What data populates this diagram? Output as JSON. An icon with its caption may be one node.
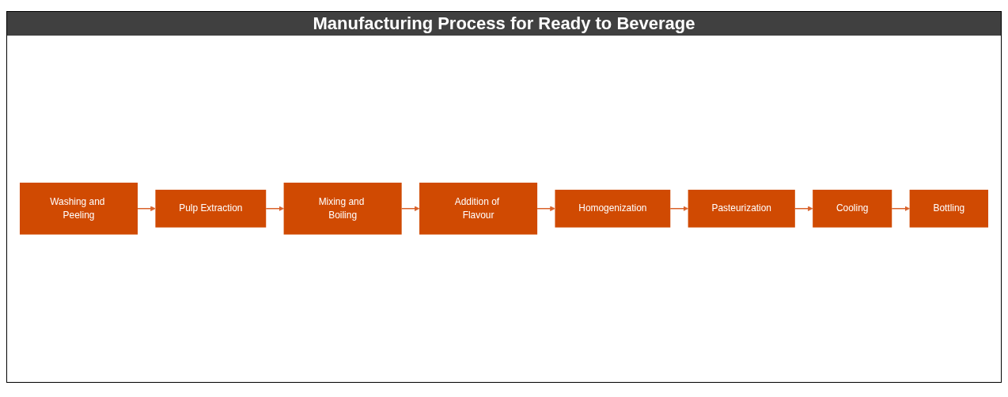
{
  "diagram": {
    "title": "Manufacturing Process for Ready to Beverage",
    "nodes": [
      {
        "text": [
          "Washing and Peeling"
        ]
      },
      {
        "text": [
          "Pulp Extraction"
        ]
      },
      {
        "text": [
          "Mixing and Boiling"
        ]
      },
      {
        "text": [
          "Addition of Flavour"
        ]
      },
      {
        "text": [
          "Homogenization"
        ]
      },
      {
        "text": [
          "Pasteurization"
        ]
      },
      {
        "text": [
          "Cooling"
        ]
      },
      {
        "text": [
          "Bottling"
        ]
      }
    ],
    "edges": [
      {
        "from": 0,
        "to": 1,
        "arrow": "to"
      },
      {
        "from": 1,
        "to": 2,
        "arrow": "to"
      },
      {
        "from": 2,
        "to": 3,
        "arrow": "to"
      },
      {
        "from": 3,
        "to": 4,
        "arrow": "to"
      },
      {
        "from": 4,
        "to": 5,
        "arrow": "to"
      },
      {
        "from": 5,
        "to": 6,
        "arrow": "to"
      },
      {
        "from": 6,
        "to": 7,
        "arrow": "to"
      }
    ]
  }
}
